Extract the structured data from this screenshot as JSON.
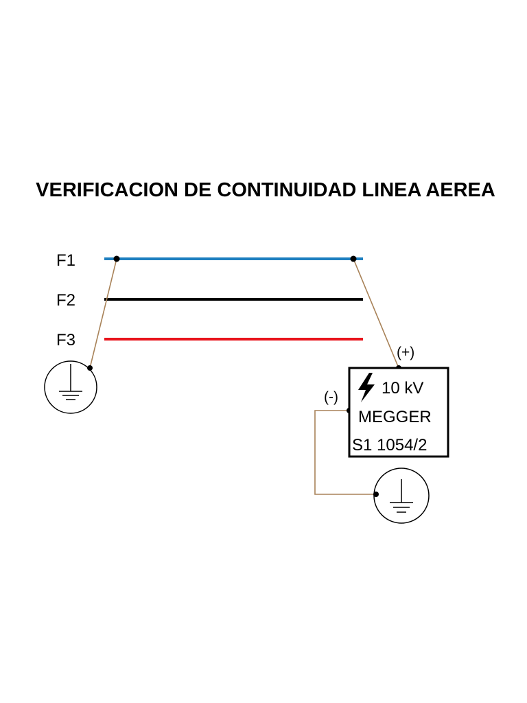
{
  "title": "VERIFICACION DE CONTINUIDAD LINEA AEREA",
  "phases": [
    {
      "label": "F1",
      "color": "#1e7fc0"
    },
    {
      "label": "F2",
      "color": "#000000"
    },
    {
      "label": "F3",
      "color": "#e8141c"
    }
  ],
  "megger": {
    "voltage": "10 kV",
    "name": "MEGGER",
    "model": "S1 1054/2",
    "positive_terminal": "(+)",
    "negative_terminal": "(-)",
    "icon": "lightning-bolt-icon"
  },
  "colors": {
    "wire_brown": "#a88258",
    "ground_circle": "#000000"
  }
}
